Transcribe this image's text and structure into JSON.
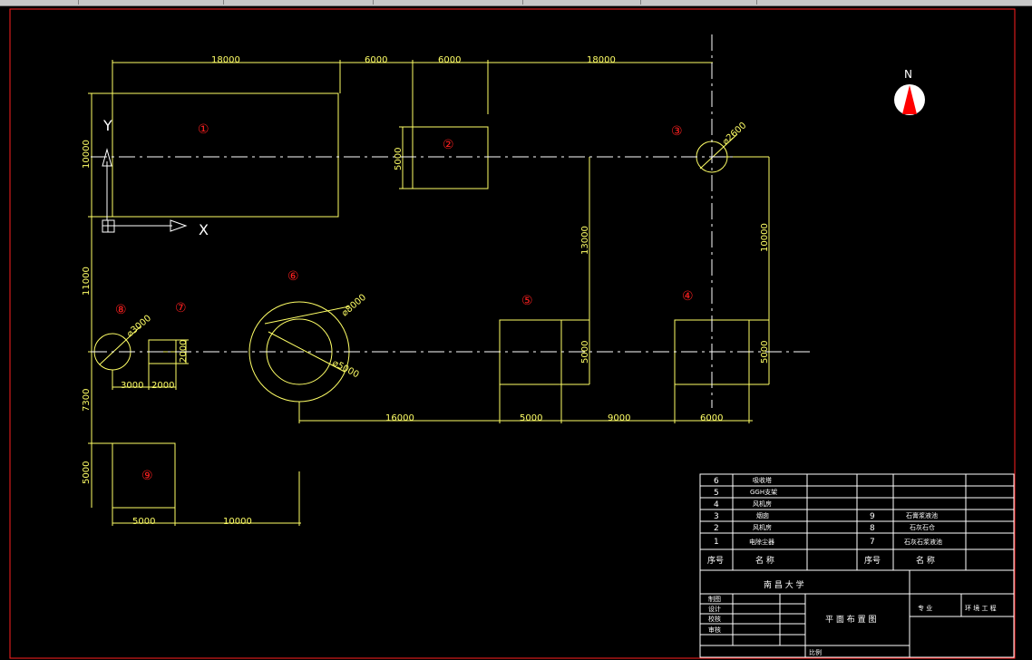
{
  "top_dims": [
    "18000",
    "6000",
    "6000",
    "18000"
  ],
  "left_dims": [
    "10000",
    "11000",
    "7300",
    "5000"
  ],
  "inner_dims": {
    "b2_height": "5000",
    "v13000": "13000",
    "v10000": "10000",
    "b5_height": "5000",
    "b4_height": "5000",
    "b7_height": "2000"
  },
  "bottom_dims": [
    "16000",
    "5000",
    "9000",
    "6000"
  ],
  "small_dims": [
    "3000",
    "2000"
  ],
  "b9_dims": [
    "5000",
    "10000"
  ],
  "diameters": {
    "d3": "⌀2600",
    "d6_outer": "⌀8000",
    "d6_inner": "⌀5000",
    "d8": "⌀3000"
  },
  "balloons": [
    "①",
    "②",
    "③",
    "④",
    "⑤",
    "⑥",
    "⑦",
    "⑧",
    "⑨"
  ],
  "axis": {
    "x": "X",
    "y": "Y"
  },
  "north": "N",
  "parts_table": {
    "header": {
      "no": "序号",
      "name": "名  称",
      "no2": "序号",
      "name2": "名  称"
    },
    "rows": [
      {
        "no": "6",
        "name": "吸收塔",
        "no2": "",
        "name2": ""
      },
      {
        "no": "5",
        "name": "GGH支架",
        "no2": "",
        "name2": ""
      },
      {
        "no": "4",
        "name": "风机房",
        "no2": "",
        "name2": ""
      },
      {
        "no": "3",
        "name": "烟囱",
        "no2": "9",
        "name2": "石膏浆液池"
      },
      {
        "no": "2",
        "name": "风机房",
        "no2": "8",
        "name2": "石灰石仓"
      },
      {
        "no": "1",
        "name": "电除尘器",
        "no2": "7",
        "name2": "石灰石浆液池"
      }
    ]
  },
  "title_block": {
    "university": "南  昌  大  学",
    "roles": [
      "制图",
      "设计",
      "校核",
      "审核"
    ],
    "drawing_title": "平 面 布 置 图",
    "major_label": "专    业",
    "major_value": "环 境 工 程",
    "scale_label": "比例"
  },
  "colors": {
    "line": "#ffff66",
    "frame": "#ff2020",
    "text": "#ffffff",
    "balloon": "#ff2020"
  }
}
